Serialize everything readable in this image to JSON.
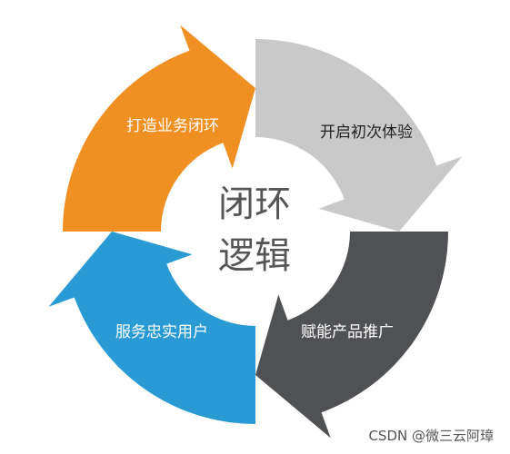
{
  "diagram": {
    "center": {
      "line1": "闭环",
      "line2": "逻辑"
    },
    "segments": [
      {
        "label": "打造业务闭环",
        "color": "#F08F22",
        "text_color": "#ffffff"
      },
      {
        "label": "开启初次体验",
        "color": "#C9C9C9",
        "text_color": "#222222"
      },
      {
        "label": "赋能产品推广",
        "color": "#505154",
        "text_color": "#ffffff"
      },
      {
        "label": "服务忠实用户",
        "color": "#2A9AD4",
        "text_color": "#ffffff"
      }
    ]
  },
  "watermark": "CSDN @微三云阿璋"
}
